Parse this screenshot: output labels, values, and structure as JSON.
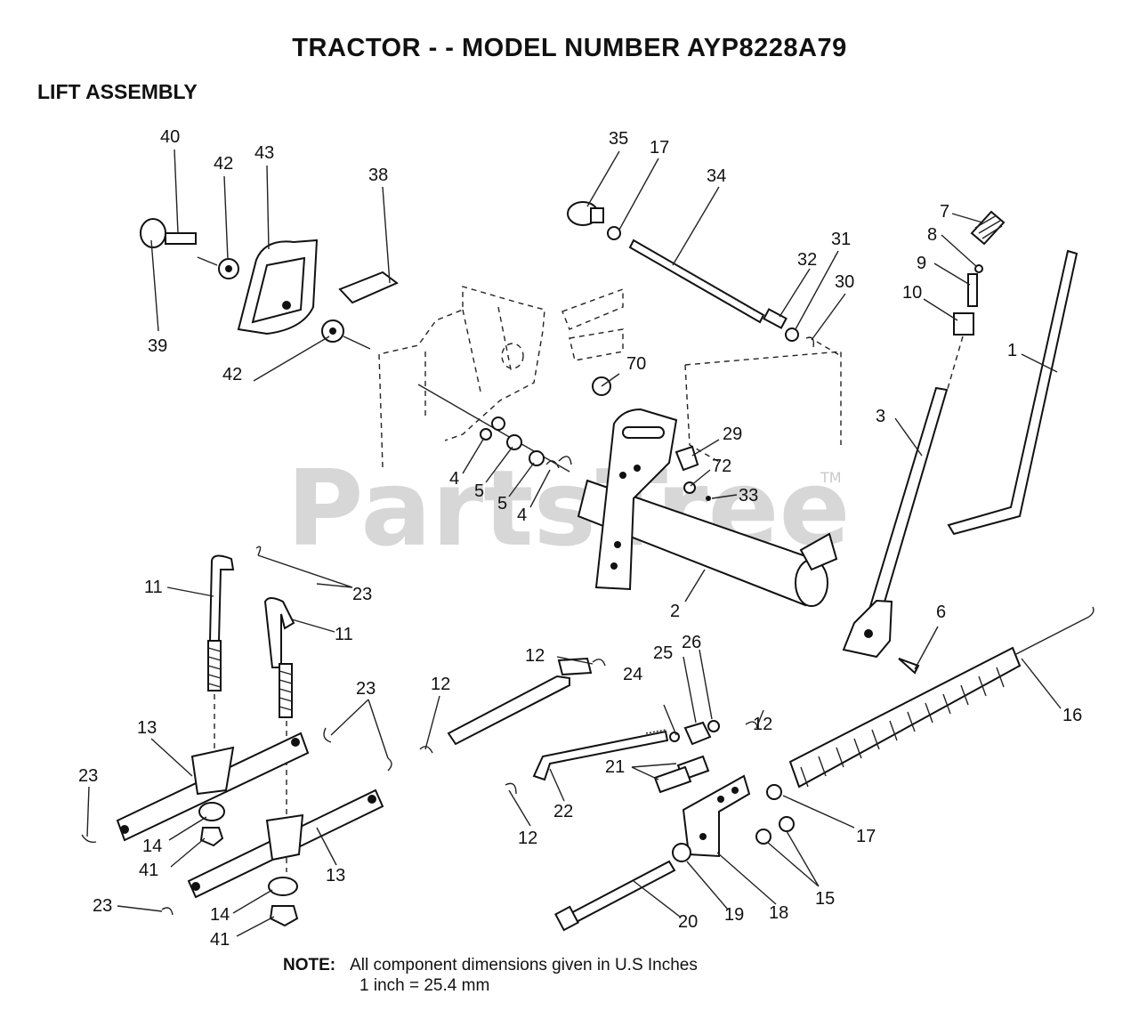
{
  "header": {
    "title": "TRACTOR - - MODEL NUMBER AYP8228A79",
    "section": "LIFT ASSEMBLY"
  },
  "watermark": {
    "text": "PartsTree",
    "tm": "TM"
  },
  "labels": {
    "p1": "1",
    "p2": "2",
    "p3": "3",
    "p4a": "4",
    "p4b": "4",
    "p5a": "5",
    "p5b": "5",
    "p6": "6",
    "p7": "7",
    "p8": "8",
    "p9": "9",
    "p10": "10",
    "p11a": "11",
    "p11b": "11",
    "p12a": "12",
    "p12b": "12",
    "p12c": "12",
    "p12d": "12",
    "p13a": "13",
    "p13b": "13",
    "p14a": "14",
    "p14b": "14",
    "p15": "15",
    "p16": "16",
    "p17a": "17",
    "p17b": "17",
    "p18": "18",
    "p19": "19",
    "p20": "20",
    "p21": "21",
    "p22": "22",
    "p23a": "23",
    "p23b": "23",
    "p23c": "23",
    "p23d": "23",
    "p24": "24",
    "p25": "25",
    "p26": "26",
    "p29": "29",
    "p30": "30",
    "p31": "31",
    "p32": "32",
    "p33": "33",
    "p34": "34",
    "p35": "35",
    "p38": "38",
    "p39": "39",
    "p40": "40",
    "p41a": "41",
    "p41b": "41",
    "p42a": "42",
    "p42b": "42",
    "p43": "43",
    "p70": "70",
    "p72": "72"
  },
  "note": {
    "label": "NOTE:",
    "line1": "All component dimensions given in U.S  Inches",
    "line2": "1 inch = 25.4 mm"
  }
}
